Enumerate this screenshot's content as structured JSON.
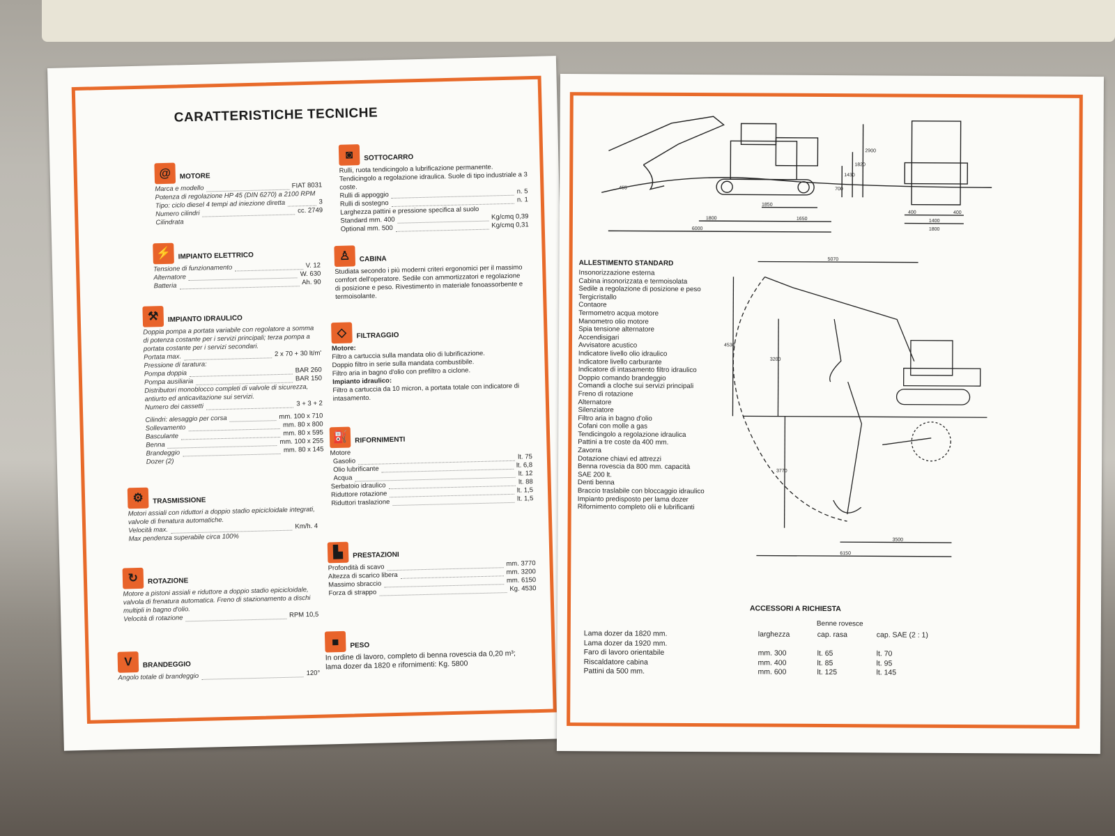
{
  "left_page": {
    "title": "CARATTERISTICHE TECNICHE",
    "sections": {
      "motore": {
        "title": "MOTORE",
        "rows": [
          {
            "label": "Marca e modello",
            "value": "FIAT 8031"
          },
          {
            "label": "Potenza di regolazione HP 45 (DIN 6270) a 2100 RPM",
            "value": ""
          },
          {
            "label": "Tipo: ciclo diesel 4 tempi ad iniezione diretta",
            "value": ""
          },
          {
            "label": "Numero cilindri",
            "value": "3"
          },
          {
            "label": "Cilindrata",
            "value": "cc. 2749"
          }
        ]
      },
      "impianto_elettrico": {
        "title": "IMPIANTO ELETTRICO",
        "rows": [
          {
            "label": "Tensione di funzionamento",
            "value": "V. 12"
          },
          {
            "label": "Alternatore",
            "value": "W. 630"
          },
          {
            "label": "Batteria",
            "value": "Ah. 90"
          }
        ]
      },
      "impianto_idraulico": {
        "title": "IMPIANTO IDRAULICO",
        "text": "Doppia pompa a portata variabile con regolatore a somma di potenza costante per i servizi principali; terza pompa a portata costante per i servizi secondari.",
        "rows": [
          {
            "label": "Portata max.",
            "value": "2 x 70 + 30 lt/m'"
          },
          {
            "label": "Pressione di taratura:",
            "value": ""
          },
          {
            "label": "Pompa doppia",
            "value": "BAR 260"
          },
          {
            "label": "Pompa ausiliaria",
            "value": "BAR 150"
          },
          {
            "label": "Distributori monoblocco completi di valvole di sicurezza, antiurto ed anticavitazione sui servizi.",
            "value": ""
          },
          {
            "label": "Numero dei cassetti",
            "value": "3 + 3 + 2"
          },
          {
            "label": "Cilindri: alesaggio per corsa",
            "value": "mm. 100 x 710"
          },
          {
            "label": "Sollevamento",
            "value": "mm. 80 x 800"
          },
          {
            "label": "Basculante",
            "value": "mm. 80 x 595"
          },
          {
            "label": "Benna",
            "value": "mm. 100 x 255"
          },
          {
            "label": "Brandeggio",
            "value": "mm. 80 x 145"
          },
          {
            "label": "Dozer (2)",
            "value": ""
          }
        ]
      },
      "trasmissione": {
        "title": "TRASMISSIONE",
        "text": "Motori assiali con riduttori a doppio stadio epicicloidale integrati, valvole di frenatura automatiche.",
        "rows": [
          {
            "label": "Velocità max.",
            "value": "Km/h. 4"
          },
          {
            "label": "Max pendenza superabile circa 100%",
            "value": ""
          }
        ]
      },
      "rotazione": {
        "title": "ROTAZIONE",
        "text": "Motore a pistoni assiali e riduttore a doppio stadio epicicloidale, valvola di frenatura automatica. Freno di stazionamento a dischi multipli in bagno d'olio.",
        "rows": [
          {
            "label": "Velocità di rotazione",
            "value": "RPM 10,5"
          }
        ]
      },
      "brandeggio": {
        "title": "BRANDEGGIO",
        "rows": [
          {
            "label": "Angolo totale di brandeggio",
            "value": "120°"
          }
        ]
      },
      "sottocarro": {
        "title": "SOTTOCARRO",
        "text": "Rulli, ruota tendicingolo a lubrificazione permanente. Tendicingolo a regolazione idraulica. Suole di tipo industriale a 3 coste.",
        "rows": [
          {
            "label": "Rulli di appoggio",
            "value": "n. 5"
          },
          {
            "label": "Rulli di sostegno",
            "value": "n. 1"
          },
          {
            "label": "Larghezza pattini e pressione specifica al suolo",
            "value": ""
          },
          {
            "label": "Standard mm. 400",
            "value": "Kg/cmq 0,39"
          },
          {
            "label": "Optional mm. 500",
            "value": "Kg/cmq 0,31"
          }
        ]
      },
      "cabina": {
        "title": "CABINA",
        "text": "Studiata secondo i più moderni criteri ergonomici per il massimo comfort dell'operatore. Sedile con ammortizzatori e regolazione di posizione e peso. Rivestimento in materiale fonoassorbente e termoisolante."
      },
      "filtraggio": {
        "title": "FILTRAGGIO",
        "motore_label": "Motore:",
        "motore_lines": [
          "Filtro a cartuccia sulla mandata olio di lubrificazione.",
          "Doppio filtro in serie sulla mandata combustibile.",
          "Filtro aria in bagno d'olio con prefiltro a ciclone."
        ],
        "idraulico_label": "Impianto idraulico:",
        "idraulico_text": "Filtro a cartuccia da 10 micron, a portata totale con indicatore di intasamento."
      },
      "rifornimenti": {
        "title": "RIFORNIMENTI",
        "motore_label": "Motore",
        "rows": [
          {
            "label": "Gasolio",
            "value": "lt. 75"
          },
          {
            "label": "Olio lubrificante",
            "value": "lt. 6,8"
          },
          {
            "label": "Acqua",
            "value": "lt. 12"
          },
          {
            "label": "Serbatoio idraulico",
            "value": "lt. 88"
          },
          {
            "label": "Riduttore rotazione",
            "value": "lt. 1,5"
          },
          {
            "label": "Riduttori traslazione",
            "value": "lt. 1,5"
          }
        ]
      },
      "prestazioni": {
        "title": "PRESTAZIONI",
        "rows": [
          {
            "label": "Profondità di scavo",
            "value": "mm. 3770"
          },
          {
            "label": "Altezza di scarico libera",
            "value": "mm. 3200"
          },
          {
            "label": "Massimo sbraccio",
            "value": "mm. 6150"
          },
          {
            "label": "Forza di strappo",
            "value": "Kg. 4530"
          }
        ]
      },
      "peso": {
        "title": "PESO",
        "line1": "In ordine di lavoro, completo di benna rovescia da 0,20 m³;",
        "line2": "lama dozer da 1820 e rifornimenti: Kg. 5800"
      }
    }
  },
  "right_page": {
    "drawing_top": {
      "dims": [
        "2900",
        "1820",
        "1430",
        "700",
        "455",
        "1850",
        "1800",
        "1650",
        "6000",
        "400",
        "1400",
        "400",
        "1800"
      ]
    },
    "drawing_reach": {
      "dims": [
        "5070",
        "4530",
        "3200",
        "3770",
        "3500",
        "6150"
      ]
    },
    "allestimento": {
      "title": "ALLESTIMENTO STANDARD",
      "items": [
        "Insonorizzazione esterna",
        "Cabina insonorizzata e termoisolata",
        "Sedile a regolazione di posizione e peso",
        "Tergicristallo",
        "Contaore",
        "Termometro acqua motore",
        "Manometro olio motore",
        "Spia tensione alternatore",
        "Accendisigari",
        "Avvisatore acustico",
        "Indicatore livello olio idraulico",
        "Indicatore livello carburante",
        "Indicatore di intasamento filtro idraulico",
        "Doppio comando brandeggio",
        "Comandi a cloche sui servizi principali",
        "Freno di rotazione",
        "Alternatore",
        "Silenziatore",
        "Filtro aria in bagno d'olio",
        "Cofani con molle a gas",
        "Tendicingolo a regolazione idraulica",
        "Pattini a tre coste da 400 mm.",
        "Zavorra",
        "Dotazione chiavi ed attrezzi",
        "Benna rovescia da 800 mm. capacità",
        "SAE 200 lt.",
        "Denti benna",
        "Braccio traslabile con bloccaggio idraulico",
        "Impianto predisposto per lama dozer",
        "Rifornimento completo olii e lubrificanti"
      ]
    },
    "accessori": {
      "title": "ACCESSORI A RICHIESTA",
      "group_header": "Benne rovesce",
      "col_headers": [
        "larghezza",
        "cap. rasa",
        "cap. SAE (2 : 1)"
      ],
      "items": [
        "Lama dozer da 1820 mm.",
        "Lama dozer da 1920 mm.",
        "Faro di lavoro orientabile",
        "Riscaldatore cabina",
        "Pattini da 500 mm."
      ],
      "rows": [
        [
          "mm. 300",
          "lt. 65",
          "lt. 70"
        ],
        [
          "mm. 400",
          "lt. 85",
          "lt. 95"
        ],
        [
          "mm. 600",
          "lt. 125",
          "lt. 145"
        ]
      ]
    }
  },
  "colors": {
    "accent": "#e86a2a",
    "paper": "#fbfbf8",
    "text": "#222222"
  },
  "icons": [
    "spiral-icon",
    "lightning-icon",
    "wrench-icon",
    "gears-icon",
    "rotation-arrow-icon",
    "v-icon",
    "track-icon",
    "seat-icon",
    "filter-icon",
    "fuel-pump-icon",
    "boot-icon",
    "weight-icon"
  ]
}
